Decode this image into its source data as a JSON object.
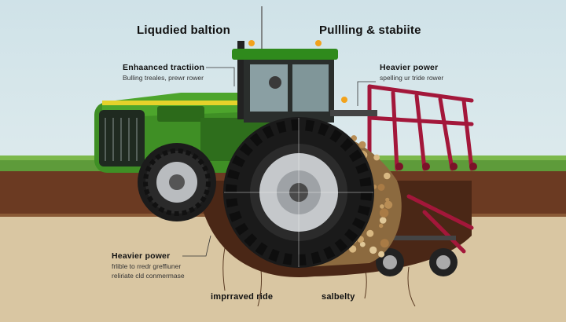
{
  "labels": {
    "top_left": "Liqudied baltion",
    "top_right": "Pullling & stabiite",
    "traction_title": "Enhaanced tractiion",
    "traction_sub": "Bulling treales, prewr rower",
    "power_right_title": "Heavier power",
    "power_right_sub": "spelling ur tride rower",
    "power_left_title": "Heavier power",
    "power_left_sub1": "frlible to rredr greffiuner",
    "power_left_sub2": "reliriate cld conmermase",
    "ride": "imprraved ride",
    "stability": "salbelty"
  },
  "colors": {
    "sky": "#d5e6ea",
    "grass": "#5e9b3a",
    "topsoil": "#6b3a22",
    "subsoil": "#d8c4a0",
    "tractor_green": "#3f8f25",
    "tractor_yellow": "#e5d22a",
    "implement_red": "#a3173a"
  }
}
